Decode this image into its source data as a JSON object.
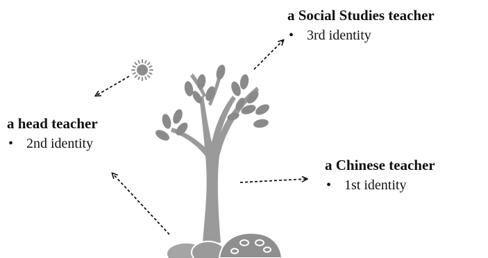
{
  "identities": [
    {
      "id": "social",
      "title": "a Social Studies teacher",
      "bullet": "•",
      "identity": "3rd identity"
    },
    {
      "id": "head",
      "title": "a head teacher",
      "bullet": "•",
      "identity": "2nd identity"
    },
    {
      "id": "chinese",
      "title": "a Chinese teacher",
      "bullet": "•",
      "identity": "1st identity"
    }
  ],
  "colors": {
    "tree": "#9c9c9c",
    "leaf": "#8a8a8a",
    "rock": "#9a9a9a",
    "arrow": "#111111",
    "sun": "#8a8a8a"
  },
  "icons": [
    "sun-icon",
    "tree-icon",
    "rocks-icon"
  ]
}
